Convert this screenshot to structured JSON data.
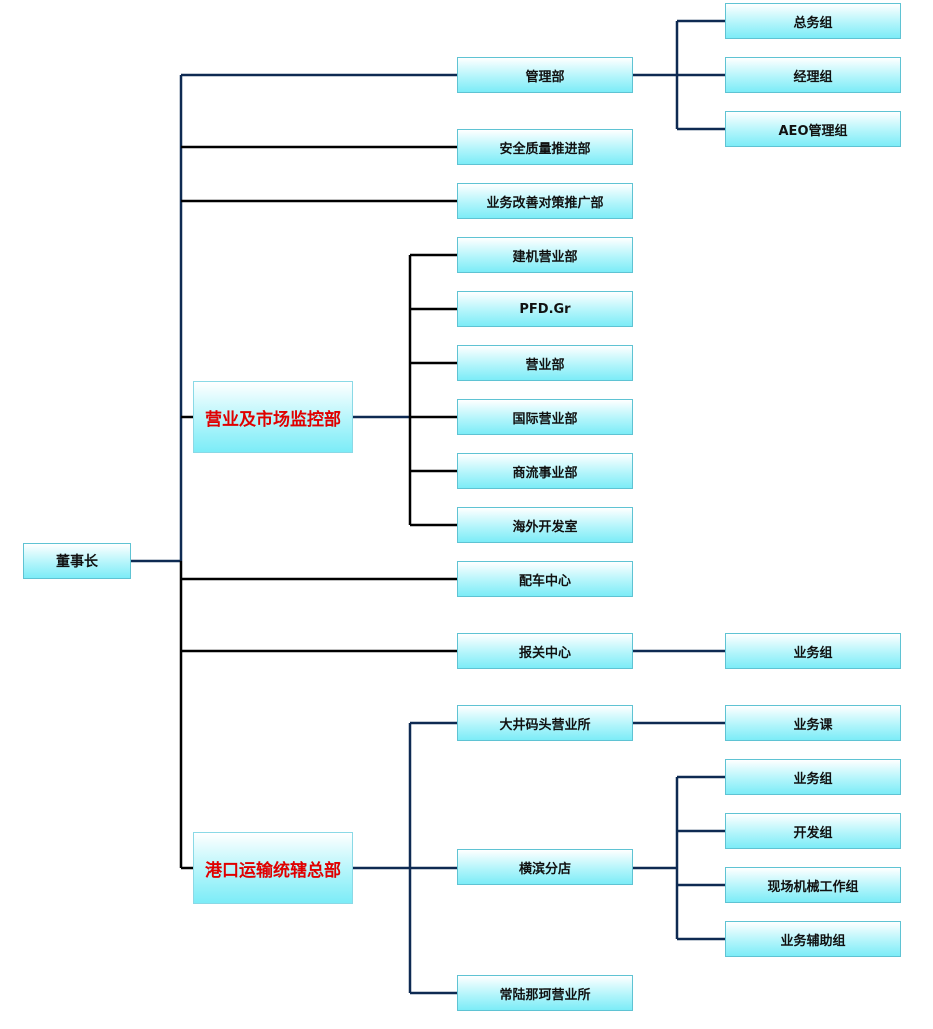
{
  "colors": {
    "line": "#000000",
    "line_navy": "#0e2a52",
    "node_border": "#5fc3d3",
    "big_text": "#e00000"
  },
  "nodes": {
    "chairman": "董事长",
    "admin": "管理部",
    "general_affairs": "总务组",
    "manager_group": "经理组",
    "aeo_group": "AEO管理组",
    "safety_quality": "安全质量推进部",
    "improvement": "业务改善对策推广部",
    "sales_monitor": "营业及市场监控部",
    "construction_sales": "建机营业部",
    "pfd": "PFD.Gr",
    "sales": "营业部",
    "intl_sales": "国际营业部",
    "commerce": "商流事业部",
    "overseas": "海外开发室",
    "dispatch": "配车中心",
    "customs": "报关中心",
    "customs_group": "业务组",
    "port_hq": "港口运输统辖总部",
    "oi_office": "大井码头营业所",
    "oi_section": "业务课",
    "yokohama": "横滨分店",
    "yk_business": "业务组",
    "yk_dev": "开发组",
    "yk_machinery": "现场机械工作组",
    "yk_support": "业务辅助组",
    "hitachinaka": "常陆那珂营业所"
  }
}
